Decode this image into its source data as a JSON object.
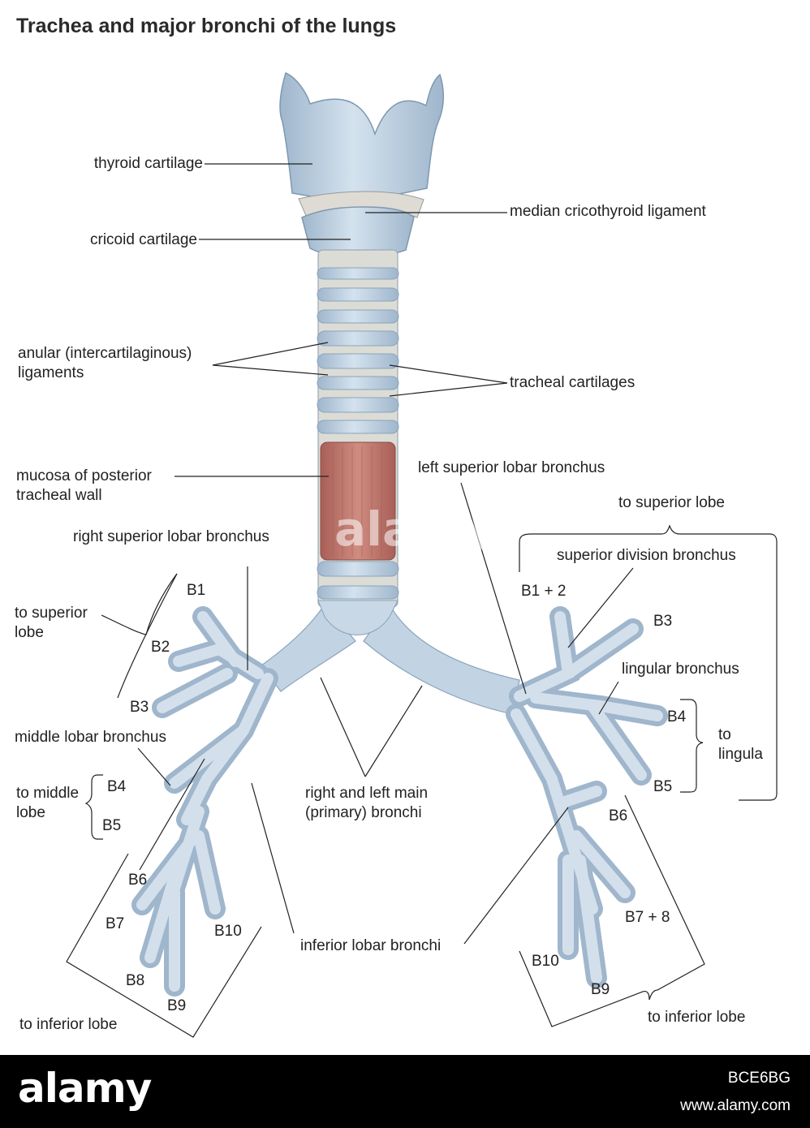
{
  "title": "Trachea and major bronchi of the lungs",
  "colors": {
    "cartilage": "#b8cde0",
    "cartilage_dark": "#8fa9c2",
    "ligament": "#dcdcd6",
    "mucosa": "#c07a70",
    "leader_line": "#222222"
  },
  "labels": {
    "thyroid_cartilage": "thyroid cartilage",
    "median_cricothyroid_ligament": "median cricothyroid ligament",
    "cricoid_cartilage": "cricoid cartilage",
    "anular_ligaments": "anular (intercartilaginous)\nligaments",
    "tracheal_cartilages": "tracheal cartilages",
    "mucosa_posterior_wall": "mucosa of posterior\ntracheal wall",
    "left_superior_lobar_bronchus": "left superior lobar bronchus",
    "right_superior_lobar_bronchus": "right superior lobar bronchus",
    "to_superior_lobe_left": "to superior lobe",
    "superior_division_bronchus": "superior division bronchus",
    "l_b1_2": "B1 + 2",
    "l_b3": "B3",
    "lingular_bronchus": "lingular bronchus",
    "l_b4": "B4",
    "l_b5": "B5",
    "to_lingula": "to\nlingula",
    "r_b1": "B1",
    "r_b2": "B2",
    "r_b3": "B3",
    "to_superior_lobe_right": "to superior\nlobe",
    "middle_lobar_bronchus": "middle lobar bronchus",
    "to_middle_lobe": "to middle\nlobe",
    "r_b4": "B4",
    "r_b5": "B5",
    "main_bronchi": "right and left main\n(primary) bronchi",
    "r_b6": "B6",
    "r_b7": "B7",
    "r_b8": "B8",
    "r_b9": "B9",
    "r_b10": "B10",
    "inferior_lobar_bronchi": "inferior lobar bronchi",
    "to_inferior_lobe_right": "to inferior lobe",
    "l_b6": "B6",
    "l_b7_8": "B7 + 8",
    "l_b9": "B9",
    "l_b10": "B10",
    "to_inferior_lobe_left": "to inferior lobe"
  },
  "footer": {
    "logo": "alamy",
    "image_id": "BCE6BG",
    "site": "www.alamy.com",
    "watermark": "alamy"
  }
}
